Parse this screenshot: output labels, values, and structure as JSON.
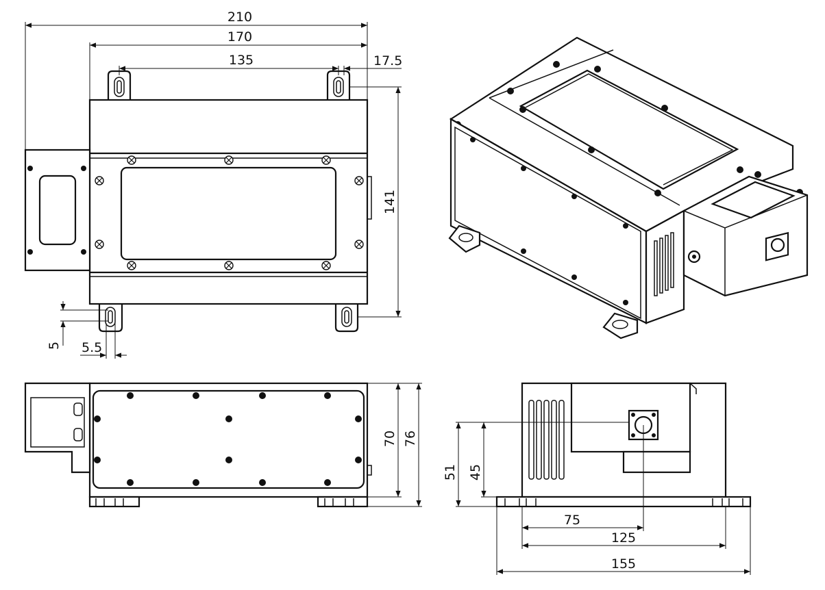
{
  "dimensions": {
    "top_view": {
      "overall_length": "210",
      "body_length": "170",
      "mount_spacing": "135",
      "mount_offset": "17.5",
      "depth": "141",
      "slot_offset": "5",
      "slot_width": "5.5"
    },
    "front_view": {
      "height_body": "70",
      "height_total": "76"
    },
    "end_view": {
      "port_height_base": "51",
      "port_height_body": "45",
      "port_x": "75",
      "body_width": "125",
      "base_width": "155"
    }
  },
  "colors": {
    "line": "#111111",
    "background": "#ffffff"
  }
}
